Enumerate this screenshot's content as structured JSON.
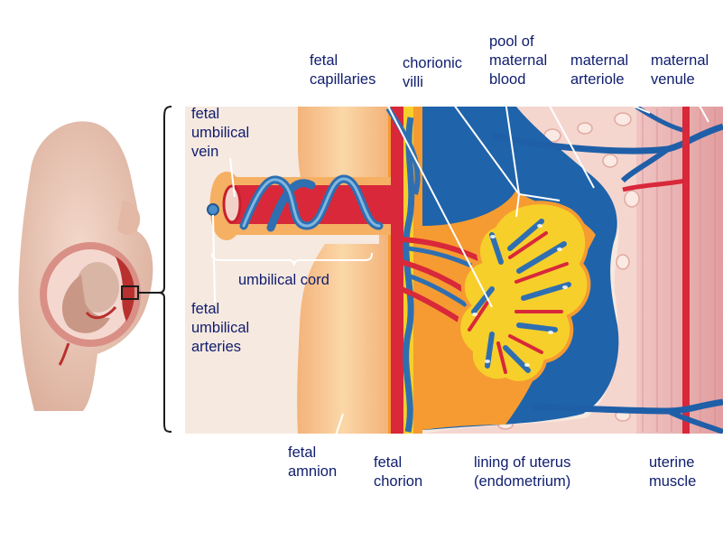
{
  "labels": {
    "fetal_capillaries": "fetal\ncapillaries",
    "chorionic_villi": "chorionic\nvilli",
    "pool_of_maternal_blood": "pool of\nmaternal\nblood",
    "maternal_arteriole": "maternal\narteriole",
    "maternal_venule": "maternal\nvenule",
    "fetal_umbilical_vein": "fetal\numbilical\nvein",
    "umbilical_cord": "umbilical cord",
    "fetal_umbilical_arteries": "fetal\numbilical\narteries",
    "fetal_amnion": "fetal\namnion",
    "fetal_chorion": "fetal\nchorion",
    "lining_of_uterus": "lining of uterus\n(endometrium)",
    "uterine_muscle": "uterine\nmuscle"
  },
  "colors": {
    "fetal_artery_blue": "#3d87c4",
    "fetal_vein_red": "#d8283a",
    "maternal_blood_blue": "#1f5fa8",
    "chorion_yellow": "#f7cf2a",
    "chorion_orange": "#f59b32",
    "amnion_peach": "#f7c48c",
    "endometrium_pink": "#f3cfc8",
    "muscle_pink": "#eab6b6",
    "skin": "#e9c7b6",
    "label_text": "#0f1d6e"
  }
}
